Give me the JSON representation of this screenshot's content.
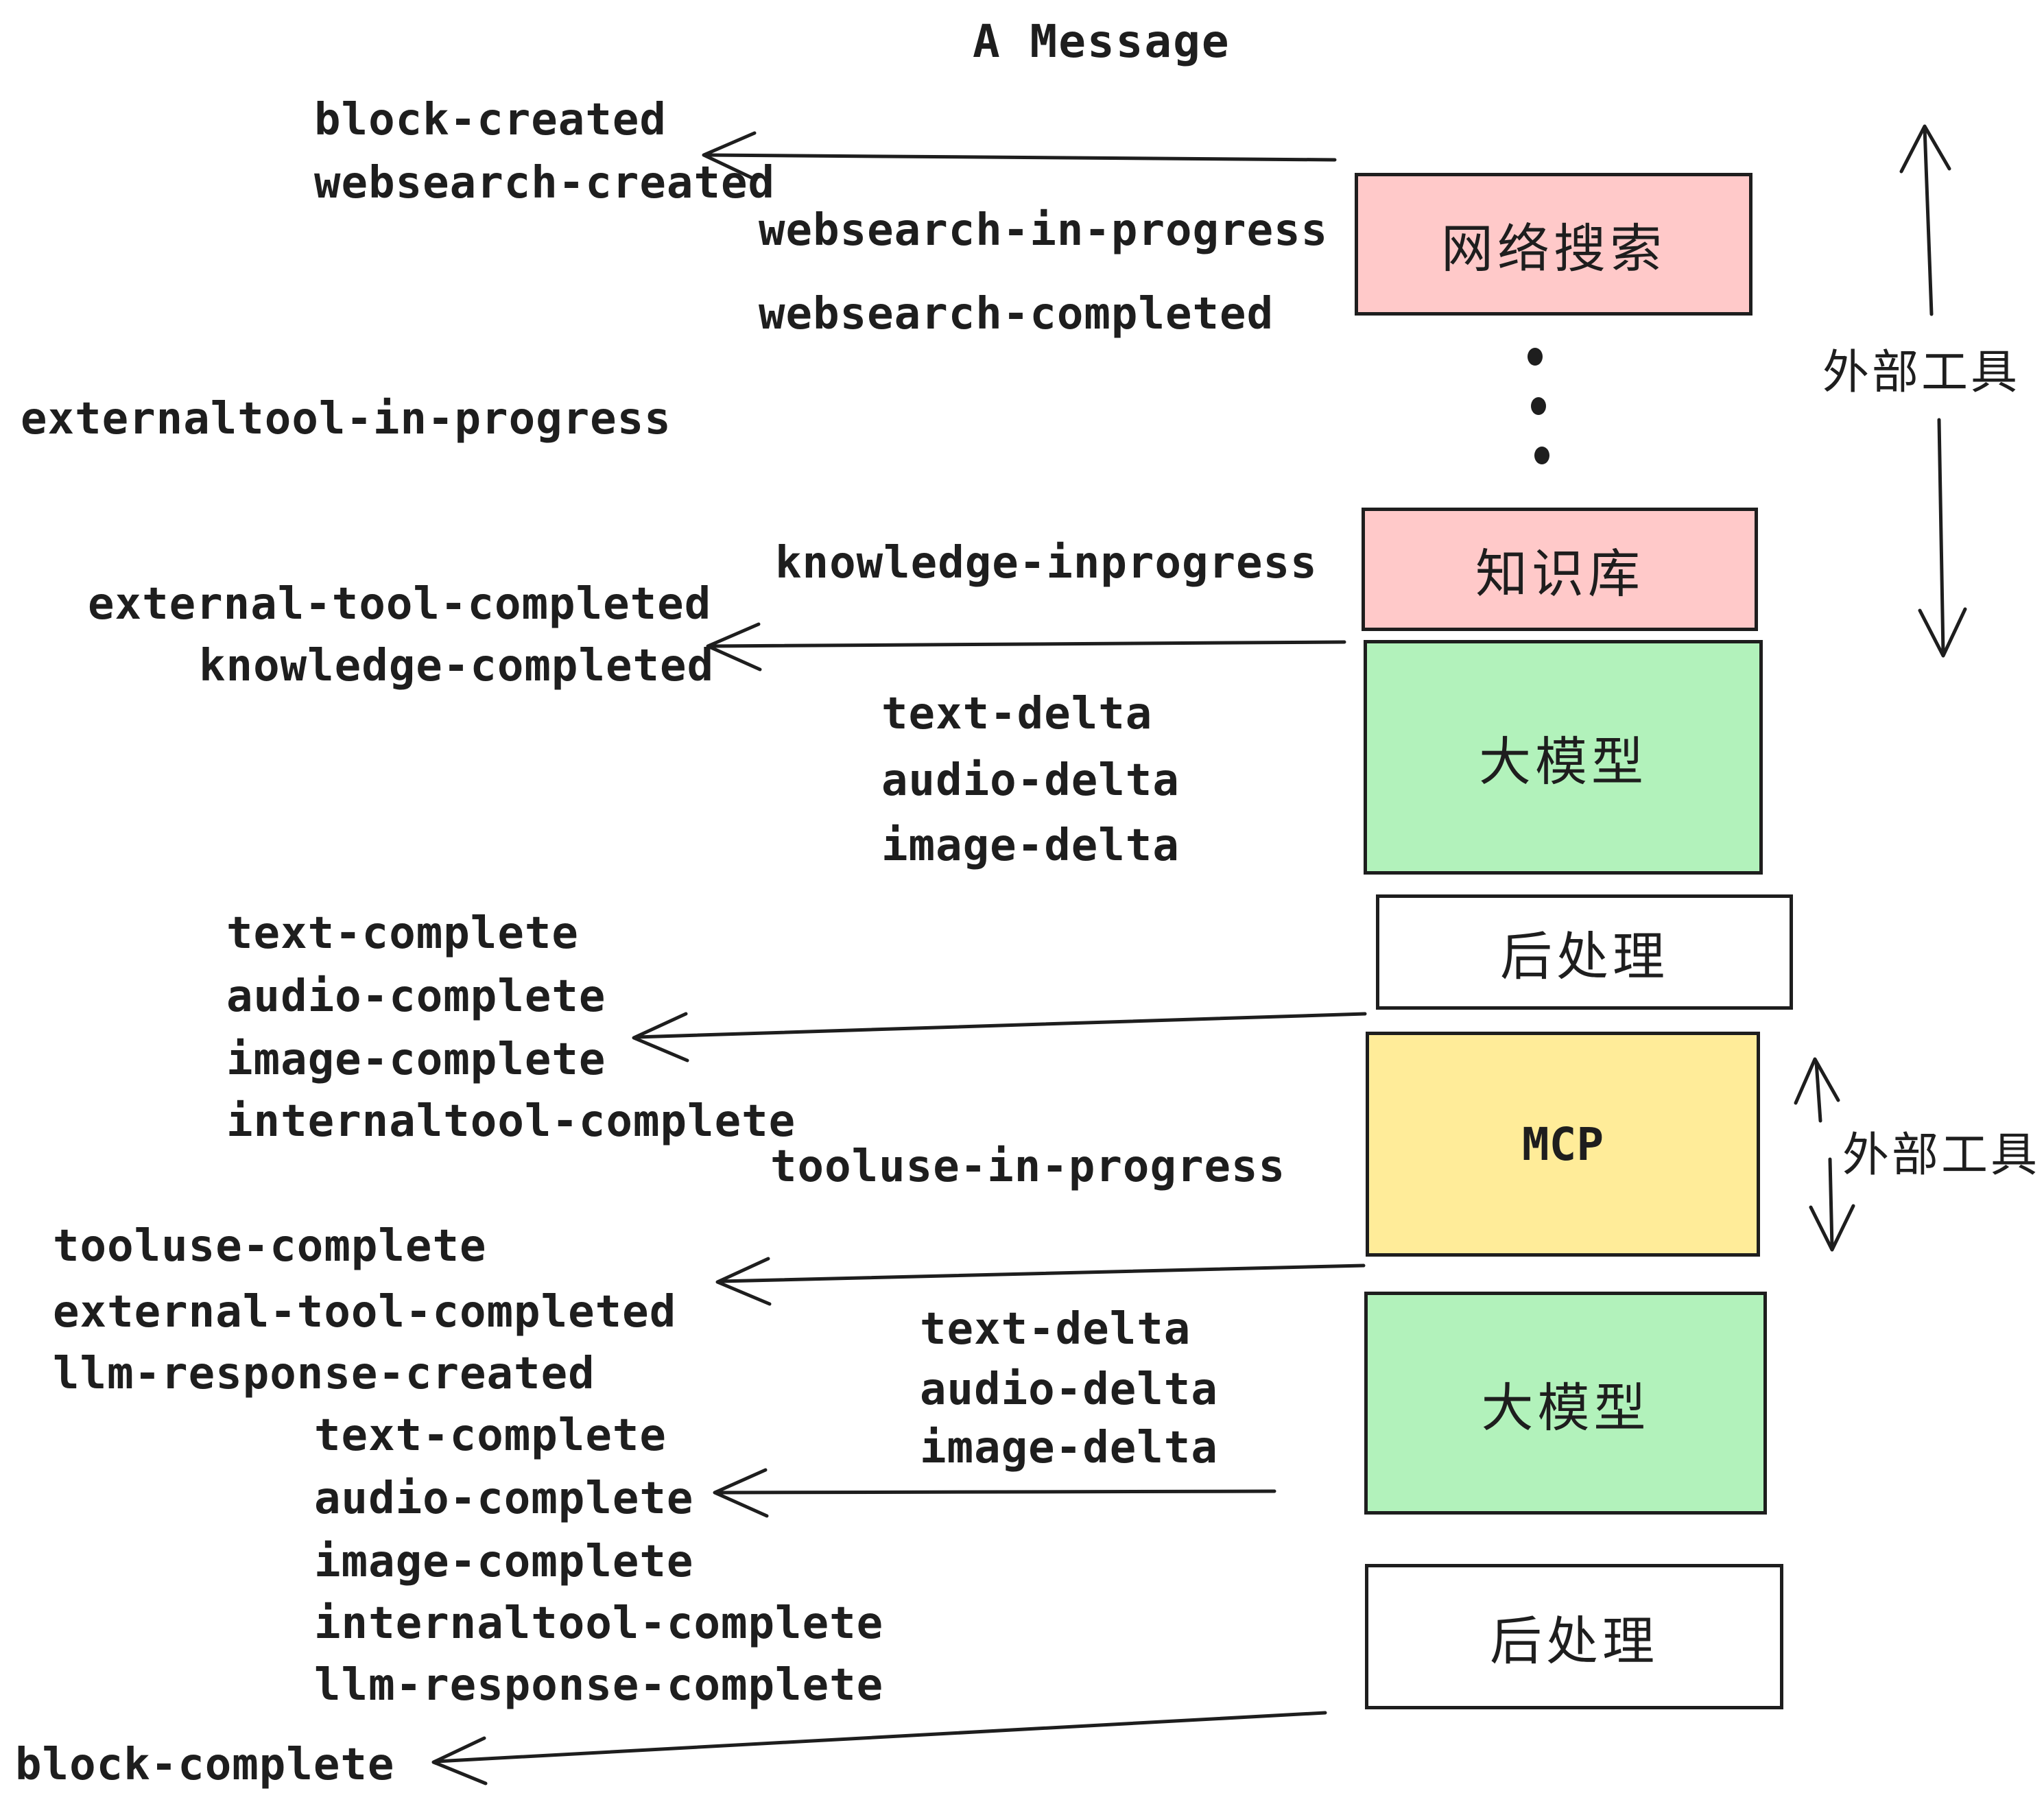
{
  "title": {
    "text": "A Message"
  },
  "colors": {
    "stroke": "#1e1e1e",
    "box_pink": "#ffc9c9",
    "box_green": "#b2f2bb",
    "box_yellow": "#ffec99",
    "box_white": "#ffffff",
    "background": "#ffffff"
  },
  "boxes": [
    {
      "id": "websearch",
      "label": "网络搜索",
      "fill": "#ffc9c9"
    },
    {
      "id": "knowledge",
      "label": "知识库",
      "fill": "#ffc9c9"
    },
    {
      "id": "llm-1",
      "label": "大模型",
      "fill": "#b2f2bb"
    },
    {
      "id": "postprocess-1",
      "label": "后处理",
      "fill": "#ffffff"
    },
    {
      "id": "mcp",
      "label": "MCP",
      "fill": "#ffec99"
    },
    {
      "id": "llm-2",
      "label": "大模型",
      "fill": "#b2f2bb"
    },
    {
      "id": "postprocess-2",
      "label": "后处理",
      "fill": "#ffffff"
    }
  ],
  "side_labels": [
    {
      "id": "external-tools-top",
      "text": "外部工具"
    },
    {
      "id": "external-tools-bottom",
      "text": "外部工具"
    }
  ],
  "events": [
    {
      "id": "block-created",
      "text": "block-created"
    },
    {
      "id": "websearch-created",
      "text": "websearch-created"
    },
    {
      "id": "websearch-in-progress",
      "text": "websearch-in-progress"
    },
    {
      "id": "websearch-completed",
      "text": "websearch-completed"
    },
    {
      "id": "externaltool-in-progress",
      "text": "externaltool-in-progress"
    },
    {
      "id": "knowledge-inprogress",
      "text": "knowledge-inprogress"
    },
    {
      "id": "external-tool-completed-1",
      "text": "external-tool-completed"
    },
    {
      "id": "knowledge-completed",
      "text": "knowledge-completed"
    },
    {
      "id": "text-delta-1",
      "text": "text-delta"
    },
    {
      "id": "audio-delta-1",
      "text": "audio-delta"
    },
    {
      "id": "image-delta-1",
      "text": "image-delta"
    },
    {
      "id": "text-complete-1",
      "text": "text-complete"
    },
    {
      "id": "audio-complete-1",
      "text": "audio-complete"
    },
    {
      "id": "image-complete-1",
      "text": "image-complete"
    },
    {
      "id": "internaltool-complete-1",
      "text": "internaltool-complete"
    },
    {
      "id": "tooluse-in-progress",
      "text": "tooluse-in-progress"
    },
    {
      "id": "tooluse-complete",
      "text": "tooluse-complete"
    },
    {
      "id": "external-tool-completed-2",
      "text": "external-tool-completed"
    },
    {
      "id": "llm-response-created",
      "text": "llm-response-created"
    },
    {
      "id": "text-delta-2",
      "text": "text-delta"
    },
    {
      "id": "audio-delta-2",
      "text": "audio-delta"
    },
    {
      "id": "image-delta-2",
      "text": "image-delta"
    },
    {
      "id": "text-complete-2",
      "text": "text-complete"
    },
    {
      "id": "audio-complete-2",
      "text": "audio-complete"
    },
    {
      "id": "image-complete-2",
      "text": "image-complete"
    },
    {
      "id": "internaltool-complete-2",
      "text": "internaltool-complete"
    },
    {
      "id": "llm-response-complete",
      "text": "llm-response-complete"
    },
    {
      "id": "block-complete",
      "text": "block-complete"
    }
  ]
}
